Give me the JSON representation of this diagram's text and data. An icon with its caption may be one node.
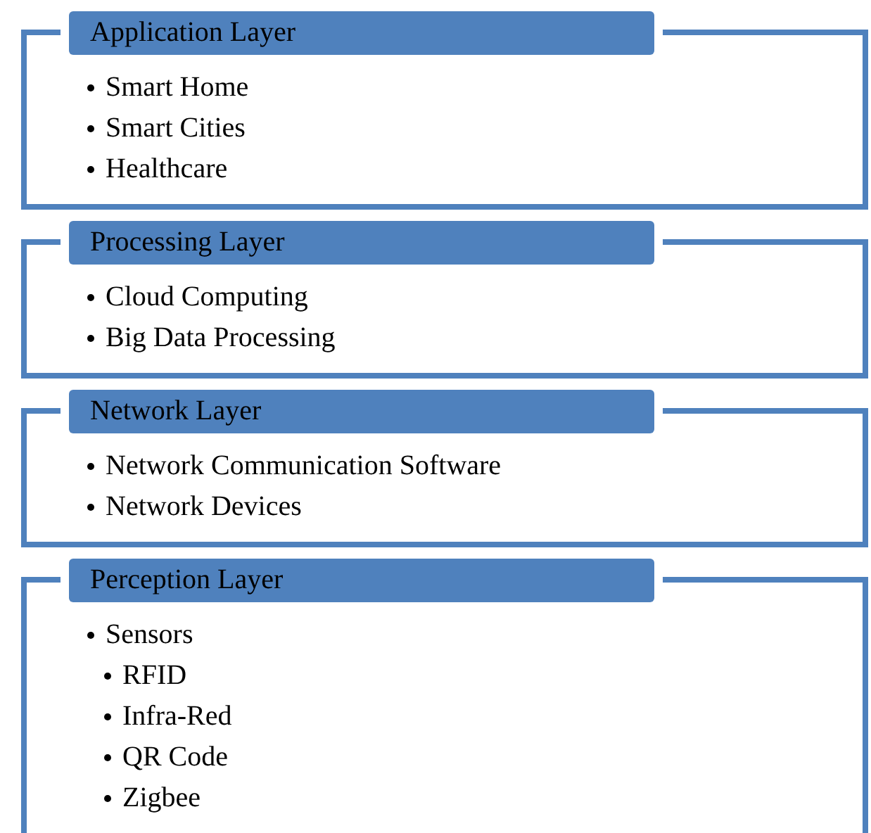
{
  "diagram": {
    "nodes": [
      {
        "text": [
          "Application Layer",
          "Smart Home",
          "Smart Cities",
          "Healthcare"
        ]
      },
      {
        "text": [
          "Processing Layer",
          "Cloud Computing",
          "Big Data Processing"
        ]
      },
      {
        "text": [
          "Network Layer",
          "Network Communication Software",
          "Network Devices"
        ]
      },
      {
        "text": [
          "Perception Layer",
          "Sensors",
          "RFID",
          "Infra-Red",
          "QR Code",
          "Zigbee"
        ]
      }
    ]
  }
}
